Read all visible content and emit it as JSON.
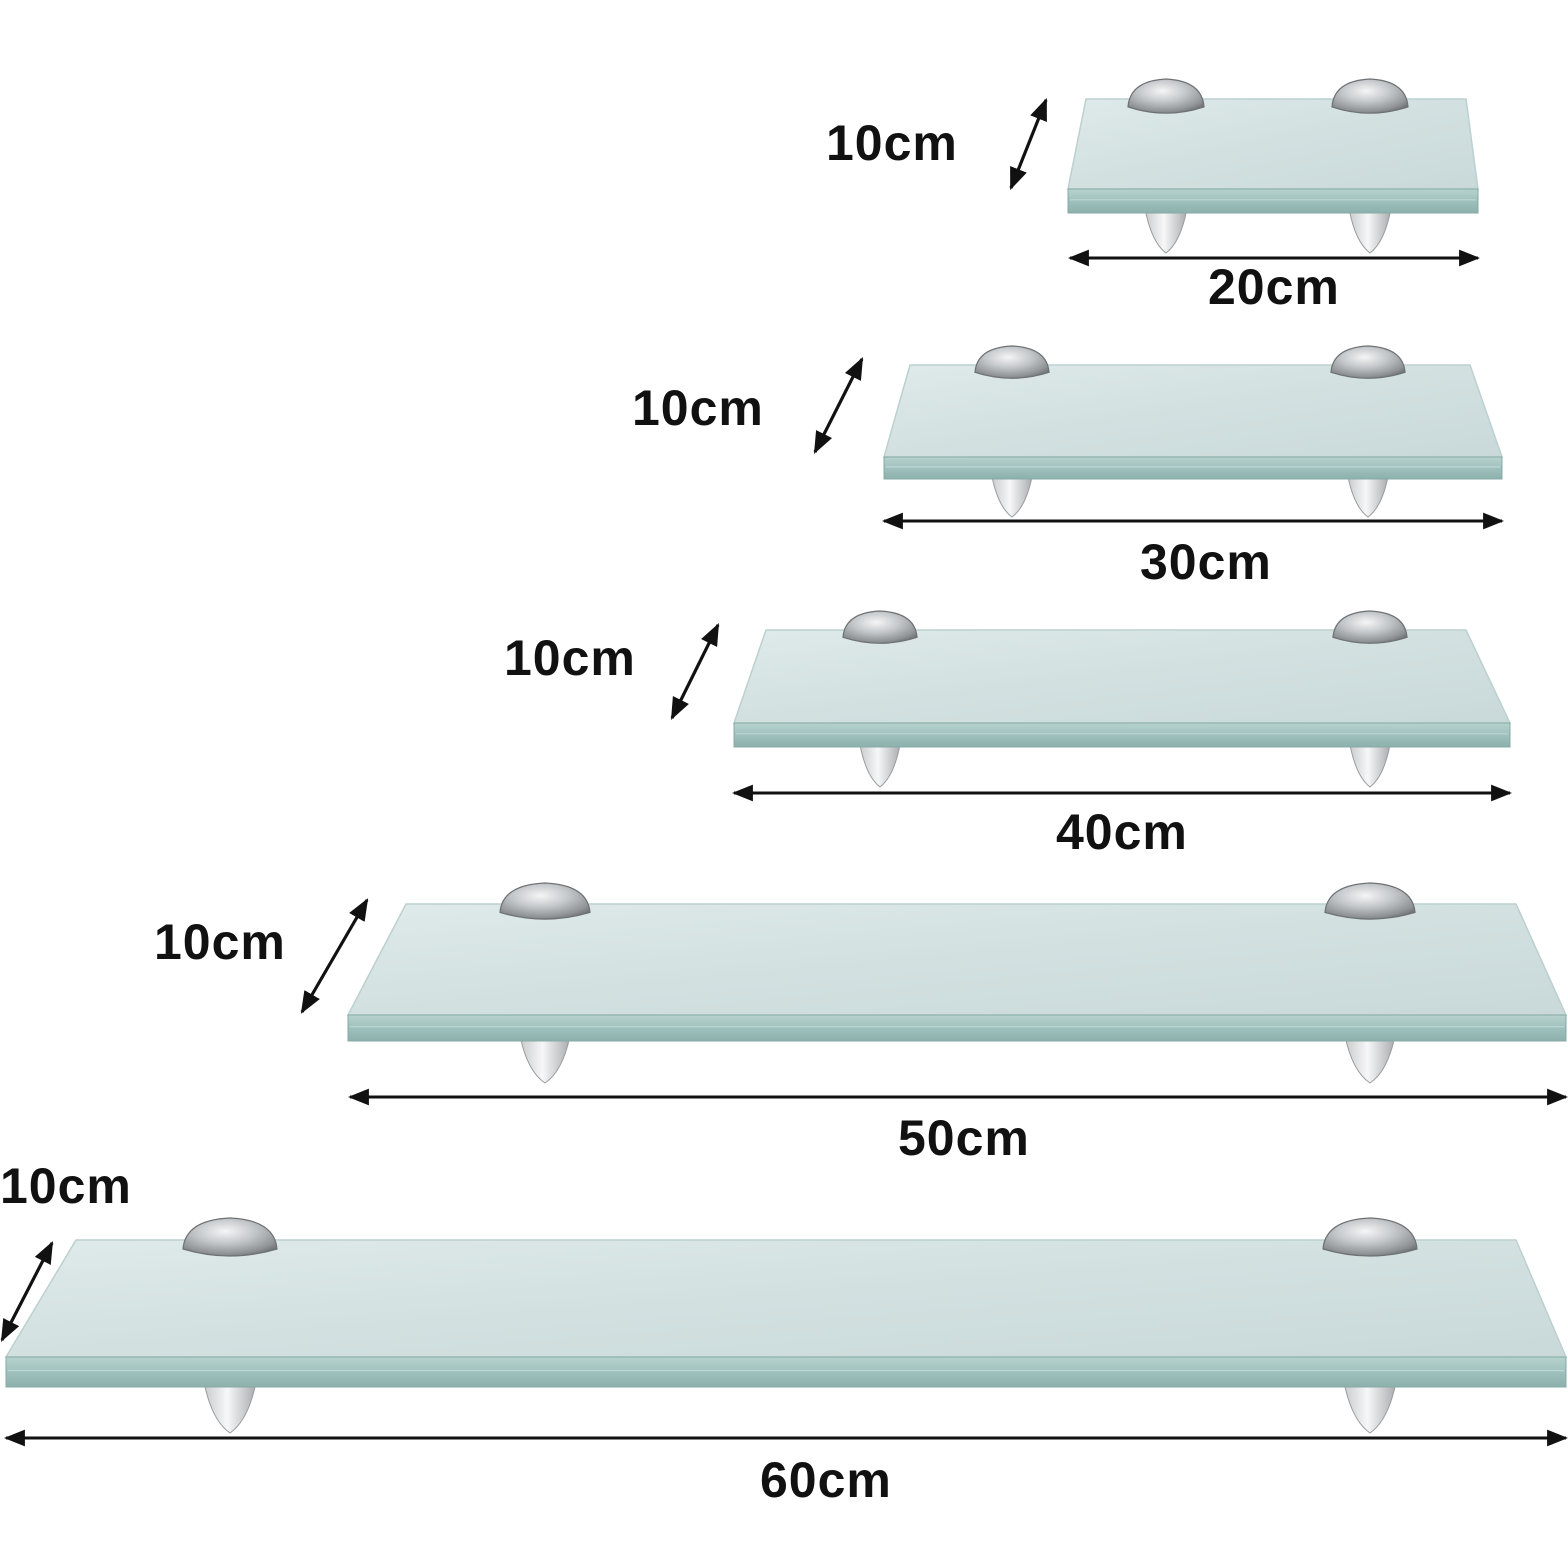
{
  "shelves": [
    {
      "width_label": "20cm",
      "depth_label": "10cm"
    },
    {
      "width_label": "30cm",
      "depth_label": "10cm"
    },
    {
      "width_label": "40cm",
      "depth_label": "10cm"
    },
    {
      "width_label": "50cm",
      "depth_label": "10cm"
    },
    {
      "width_label": "60cm",
      "depth_label": "10cm"
    }
  ],
  "colors": {
    "glass_top": "#d3e1e1",
    "glass_edge": "#a9c7c4",
    "glass_edge_dark": "#8fb2ae",
    "bracket_metal": "#b9bcbf",
    "arrow": "#111111",
    "label_text": "#111111",
    "background": "#ffffff"
  }
}
